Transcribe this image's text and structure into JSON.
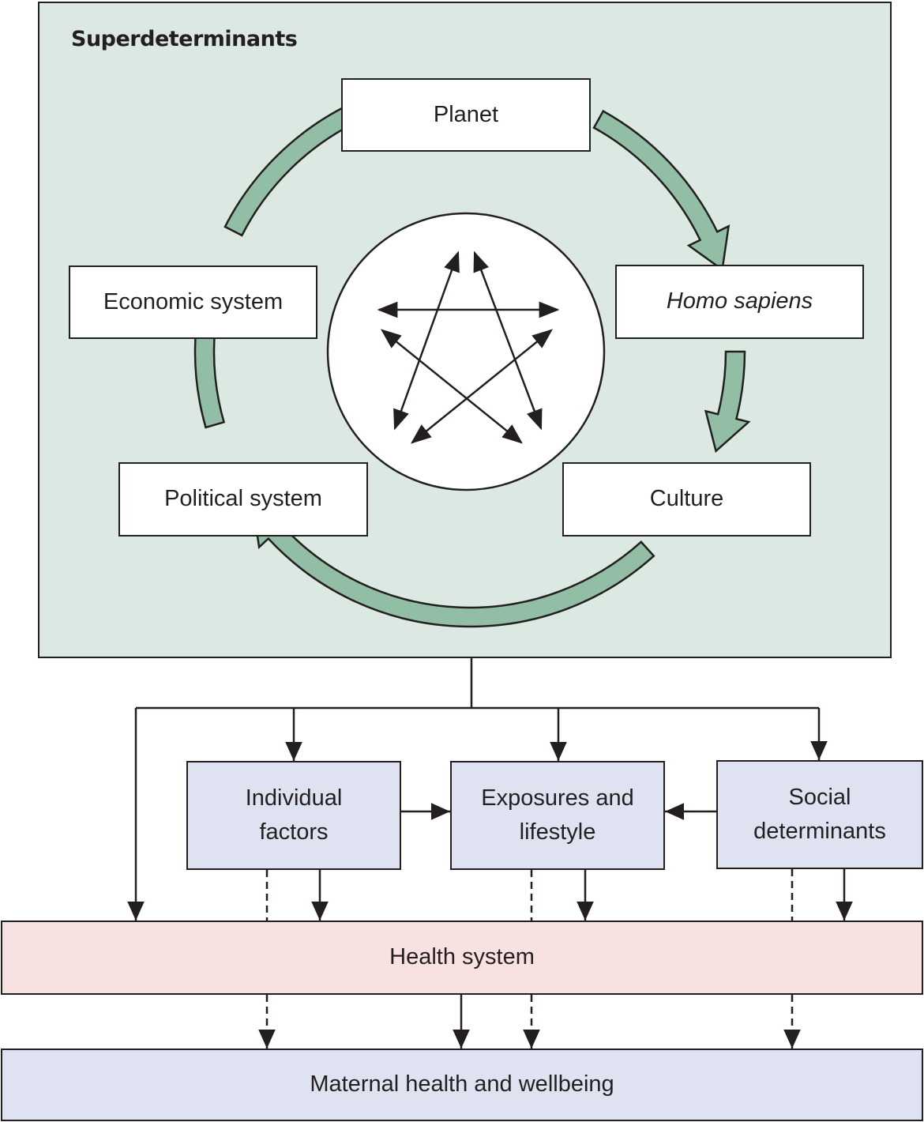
{
  "superdeterminants": {
    "title": "Superdeterminants",
    "nodes": {
      "planet": "Planet",
      "homo_sapiens": "Homo sapiens",
      "culture": "Culture",
      "political_system": "Political system",
      "economic_system": "Economic system"
    },
    "cycle_order": [
      "Planet",
      "Homo sapiens",
      "Culture",
      "Political system",
      "Economic system"
    ],
    "center_symbol": "pentagram of bidirectional arrows"
  },
  "determinants": {
    "individual_factors": [
      "Individual",
      "factors"
    ],
    "exposures_lifestyle": [
      "Exposures and",
      "lifestyle"
    ],
    "social_determinants": [
      "Social",
      "determinants"
    ]
  },
  "health_system": "Health system",
  "outcome": "Maternal health and wellbeing",
  "colors": {
    "panel_bg": "#dce9e2",
    "ring_arrow": "#93bea6",
    "determinant_bg": "#dfe3f1",
    "health_system_bg": "#f8e1e1",
    "outline": "#231f20"
  }
}
